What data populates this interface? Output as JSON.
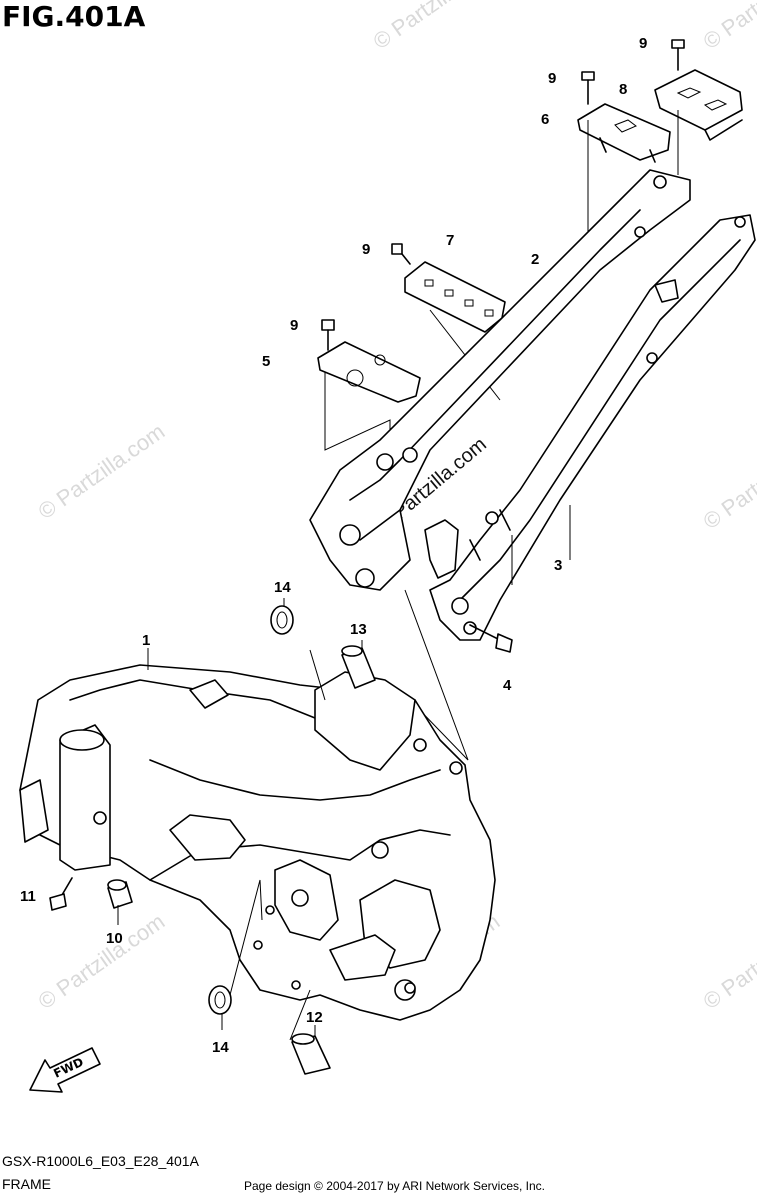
{
  "figure": {
    "title": "FIG.401A",
    "model_code": "GSX-R1000L6_E03_E28_401A",
    "section": "FRAME",
    "copyright": "Page design © 2004-2017 by ARI Network Services, Inc.",
    "watermark": "© Partzilla.com",
    "center_watermark": "Partzilla.com",
    "fwd_label": "FWD"
  },
  "callouts": [
    {
      "id": "c1",
      "label": "1"
    },
    {
      "id": "c2",
      "label": "2"
    },
    {
      "id": "c3",
      "label": "3"
    },
    {
      "id": "c4",
      "label": "4"
    },
    {
      "id": "c5",
      "label": "5"
    },
    {
      "id": "c6",
      "label": "6"
    },
    {
      "id": "c7",
      "label": "7"
    },
    {
      "id": "c8",
      "label": "8"
    },
    {
      "id": "c9a",
      "label": "9"
    },
    {
      "id": "c9b",
      "label": "9"
    },
    {
      "id": "c9c",
      "label": "9"
    },
    {
      "id": "c9d",
      "label": "9"
    },
    {
      "id": "c10",
      "label": "10"
    },
    {
      "id": "c11",
      "label": "11"
    },
    {
      "id": "c12",
      "label": "12"
    },
    {
      "id": "c13",
      "label": "13"
    },
    {
      "id": "c14a",
      "label": "14"
    },
    {
      "id": "c14b",
      "label": "14"
    }
  ]
}
